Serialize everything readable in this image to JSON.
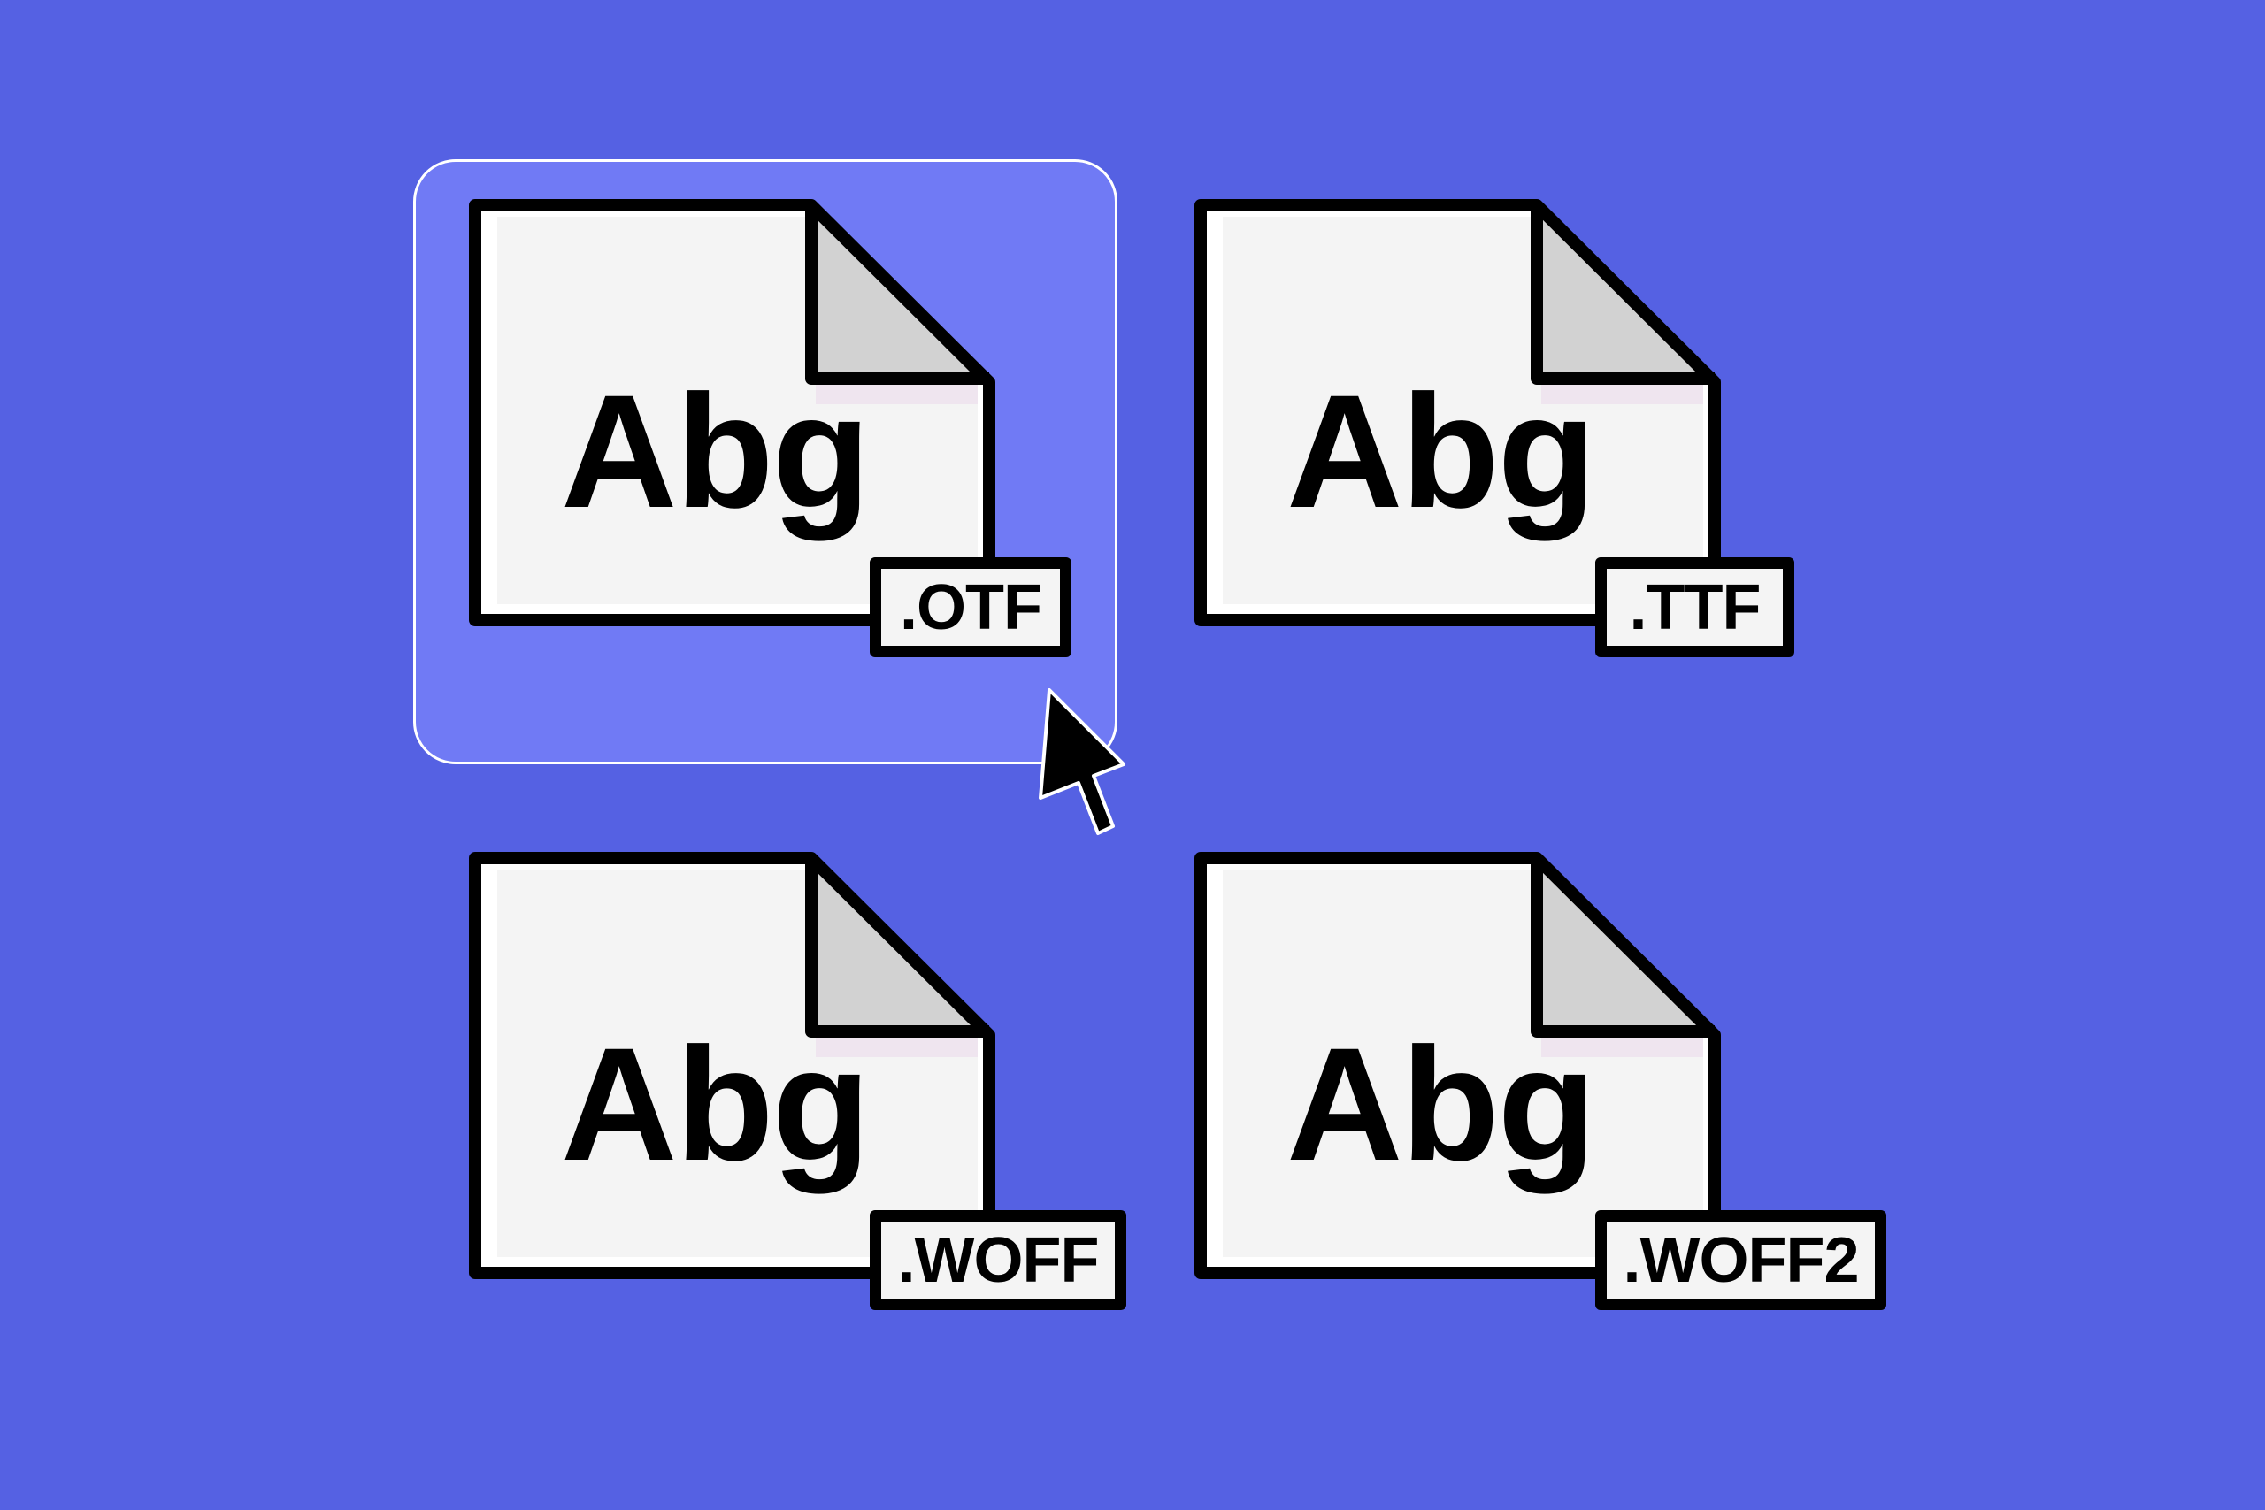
{
  "colors": {
    "background": "#5561e3",
    "selection_fill": "#707af5",
    "selection_border": "#ffffff",
    "page_fill": "#f4f4f4",
    "fold_fill": "#d2d2d2",
    "outline": "#000000"
  },
  "files": [
    {
      "sample_text": "Abg",
      "extension": ".OTF",
      "selected": true,
      "icon": "font-file-icon"
    },
    {
      "sample_text": "Abg",
      "extension": ".TTF",
      "selected": false,
      "icon": "font-file-icon"
    },
    {
      "sample_text": "Abg",
      "extension": ".WOFF",
      "selected": false,
      "icon": "font-file-icon"
    },
    {
      "sample_text": "Abg",
      "extension": ".WOFF2",
      "selected": false,
      "icon": "font-file-icon"
    }
  ],
  "cursor": {
    "icon": "mouse-pointer-icon"
  }
}
